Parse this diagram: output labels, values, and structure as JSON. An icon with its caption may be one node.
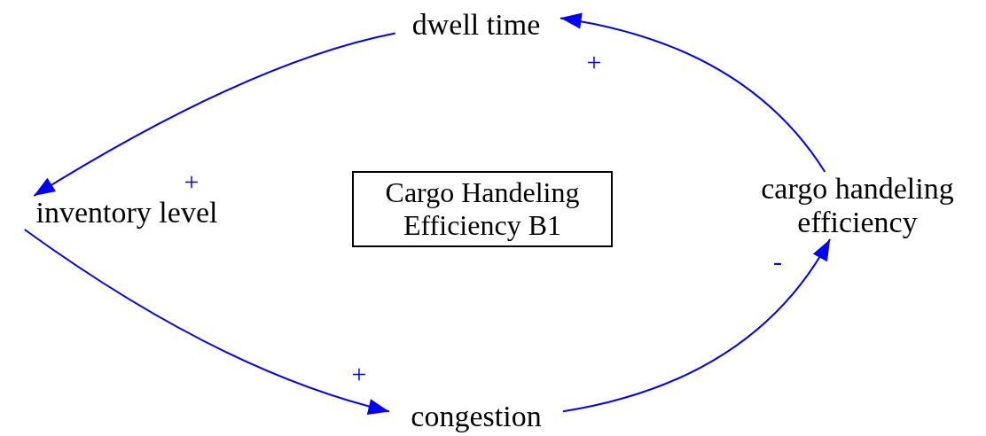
{
  "diagram": {
    "nodes": [
      {
        "text": [
          "dwell time"
        ]
      },
      {
        "text": [
          "inventory level"
        ]
      },
      {
        "text": [
          "congestion"
        ]
      },
      {
        "text": [
          "cargo handeling efficiency"
        ]
      },
      {
        "text": [
          "Cargo Handeling Efficiency B1"
        ]
      }
    ],
    "edges": [
      {
        "from": 0,
        "to": 1,
        "arrow": "to",
        "label": "+"
      },
      {
        "from": 1,
        "to": 2,
        "arrow": "to",
        "label": "+"
      },
      {
        "from": 2,
        "to": 3,
        "arrow": "to",
        "label": "-"
      },
      {
        "from": 3,
        "to": 0,
        "arrow": "to",
        "label": "+"
      }
    ]
  }
}
